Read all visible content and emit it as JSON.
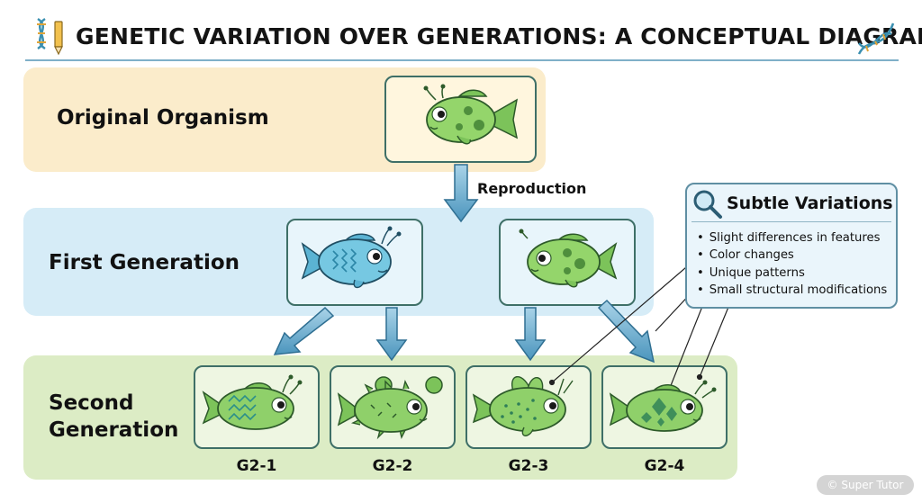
{
  "header": {
    "title": "GENETIC VARIATION OVER GENERATIONS: A CONCEPTUAL DIAGRAM"
  },
  "rows": {
    "original": "Original Organism",
    "first": "First Generation",
    "second": "Second Generation"
  },
  "arrow_label": "Reproduction",
  "second_generation_labels": [
    "G2-1",
    "G2-2",
    "G2-3",
    "G2-4"
  ],
  "variations": {
    "title": "Subtle Variations",
    "items": [
      "Slight differences in features",
      "Color changes",
      "Unique patterns",
      "Small structural modifications"
    ]
  },
  "watermark": "© Super Tutor",
  "icons": [
    "dna-pencil-icon",
    "dna-icon",
    "magnifier-icon",
    "fish-icon"
  ],
  "colors": {
    "band_original": "#fbeccb",
    "band_first": "#d6ecf7",
    "band_second": "#dcecc5",
    "arrow": "#5b9fc2",
    "card_border": "#3e6f67",
    "fish_green": "#8fd06a",
    "fish_blue": "#6fc3df"
  }
}
